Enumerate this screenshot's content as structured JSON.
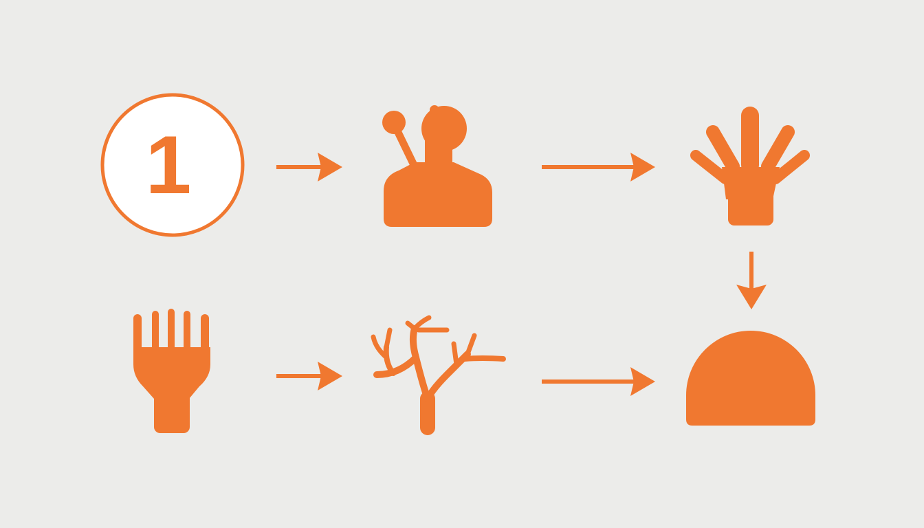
{
  "colors": {
    "background": "#ececea",
    "accent": "#f07830",
    "badge_fill": "#ffffff"
  },
  "steps": [
    {
      "id": "step-1",
      "icon": "number-badge-icon",
      "label": "1"
    },
    {
      "id": "step-2",
      "icon": "person-with-lever-icon"
    },
    {
      "id": "step-3",
      "icon": "open-hand-icon"
    },
    {
      "id": "step-4",
      "icon": "dome-icon"
    },
    {
      "id": "step-5",
      "icon": "branching-tree-icon"
    },
    {
      "id": "step-6",
      "icon": "fork-hand-icon"
    }
  ],
  "connections": [
    {
      "from": "step-1",
      "to": "step-2",
      "direction": "right"
    },
    {
      "from": "step-2",
      "to": "step-3",
      "direction": "right"
    },
    {
      "from": "step-3",
      "to": "step-4",
      "direction": "down"
    },
    {
      "from": "step-6",
      "to": "step-5",
      "direction": "right"
    },
    {
      "from": "step-5",
      "to": "step-4",
      "direction": "right"
    }
  ]
}
